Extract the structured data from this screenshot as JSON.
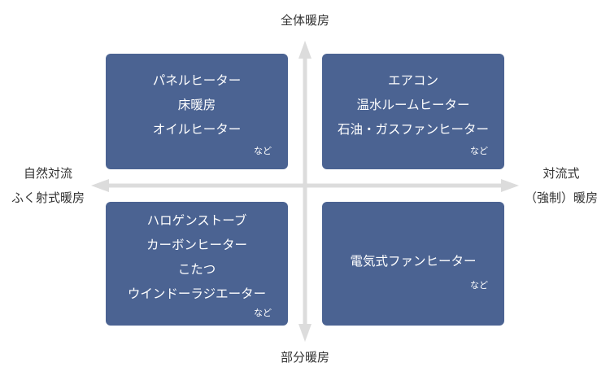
{
  "axes": {
    "top": "全体暖房",
    "bottom": "部分暖房",
    "left": [
      "自然対流",
      "ふく射式暖房"
    ],
    "right": [
      "対流式",
      "（強制）暖房"
    ],
    "axis_color": "#dcdcdc"
  },
  "quadrants": {
    "top_left": {
      "items": [
        "パネルヒーター",
        "床暖房",
        "オイルヒーター"
      ],
      "etc": "など"
    },
    "top_right": {
      "items": [
        "エアコン",
        "温水ルームヒーター",
        "石油・ガスファンヒーター"
      ],
      "etc": "など"
    },
    "bottom_left": {
      "items": [
        "ハロゲンストーブ",
        "カーボンヒーター",
        "こたつ",
        "ウインドーラジエーター"
      ],
      "etc": "など"
    },
    "bottom_right": {
      "items": [
        "電気式ファンヒーター"
      ],
      "etc": "など"
    }
  },
  "colors": {
    "box_fill": "#4b6392",
    "box_text": "#ffffff",
    "label_text": "#333333"
  }
}
